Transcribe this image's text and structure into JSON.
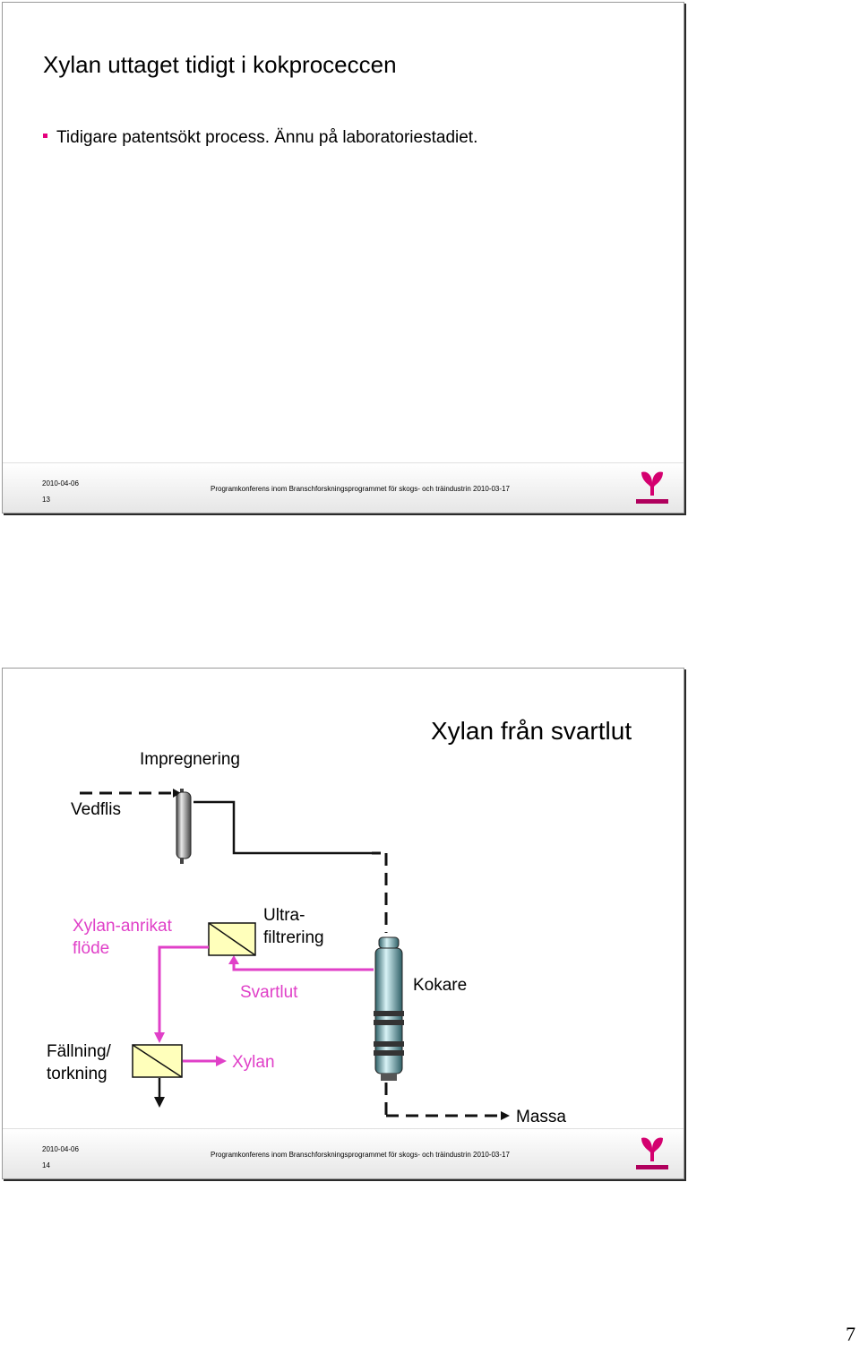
{
  "slide1": {
    "title": "Xylan uttaget tidigt i kokproceccen",
    "bullet": "Tidigare patentsökt process. Ännu på laboratoriestadiet.",
    "footer": {
      "date": "2010-04-06",
      "number": "13",
      "conference": "Programkonferens inom Branschforskningsprogrammet för skogs- och träindustrin 2010-03-17"
    }
  },
  "slide2": {
    "title": "Xylan från svartlut",
    "labels": {
      "impregnering": "Impregnering",
      "vedflis": "Vedflis",
      "xylan_anrikat_1": "Xylan-anrikat",
      "xylan_anrikat_2": "flöde",
      "ultra_1": "Ultra-",
      "ultra_2": "filtrering",
      "svartlut": "Svartlut",
      "kokare": "Kokare",
      "fallning_1": "Fällning/",
      "fallning_2": "torkning",
      "xylan": "Xylan",
      "massa": "Massa"
    },
    "footer": {
      "date": "2010-04-06",
      "number": "14",
      "conference": "Programkonferens inom Branschforskningsprogrammet för skogs- och träindustrin 2010-03-17"
    }
  },
  "colors": {
    "accent": "#e6007e",
    "pink_line": "#e040c8",
    "logo": "#d4006f"
  },
  "page_number": "7"
}
